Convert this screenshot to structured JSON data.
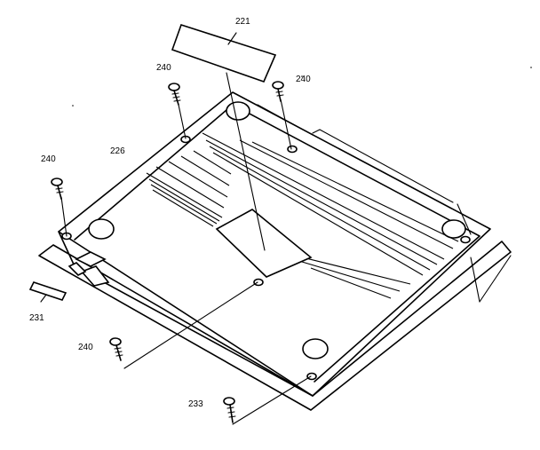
{
  "labels": {
    "label_221": "221",
    "label_226": "226",
    "label_231": "231",
    "label_233": "233",
    "label_240_a": "240",
    "label_240_b": "240",
    "label_240_c": "240",
    "label_240_d": "240"
  }
}
